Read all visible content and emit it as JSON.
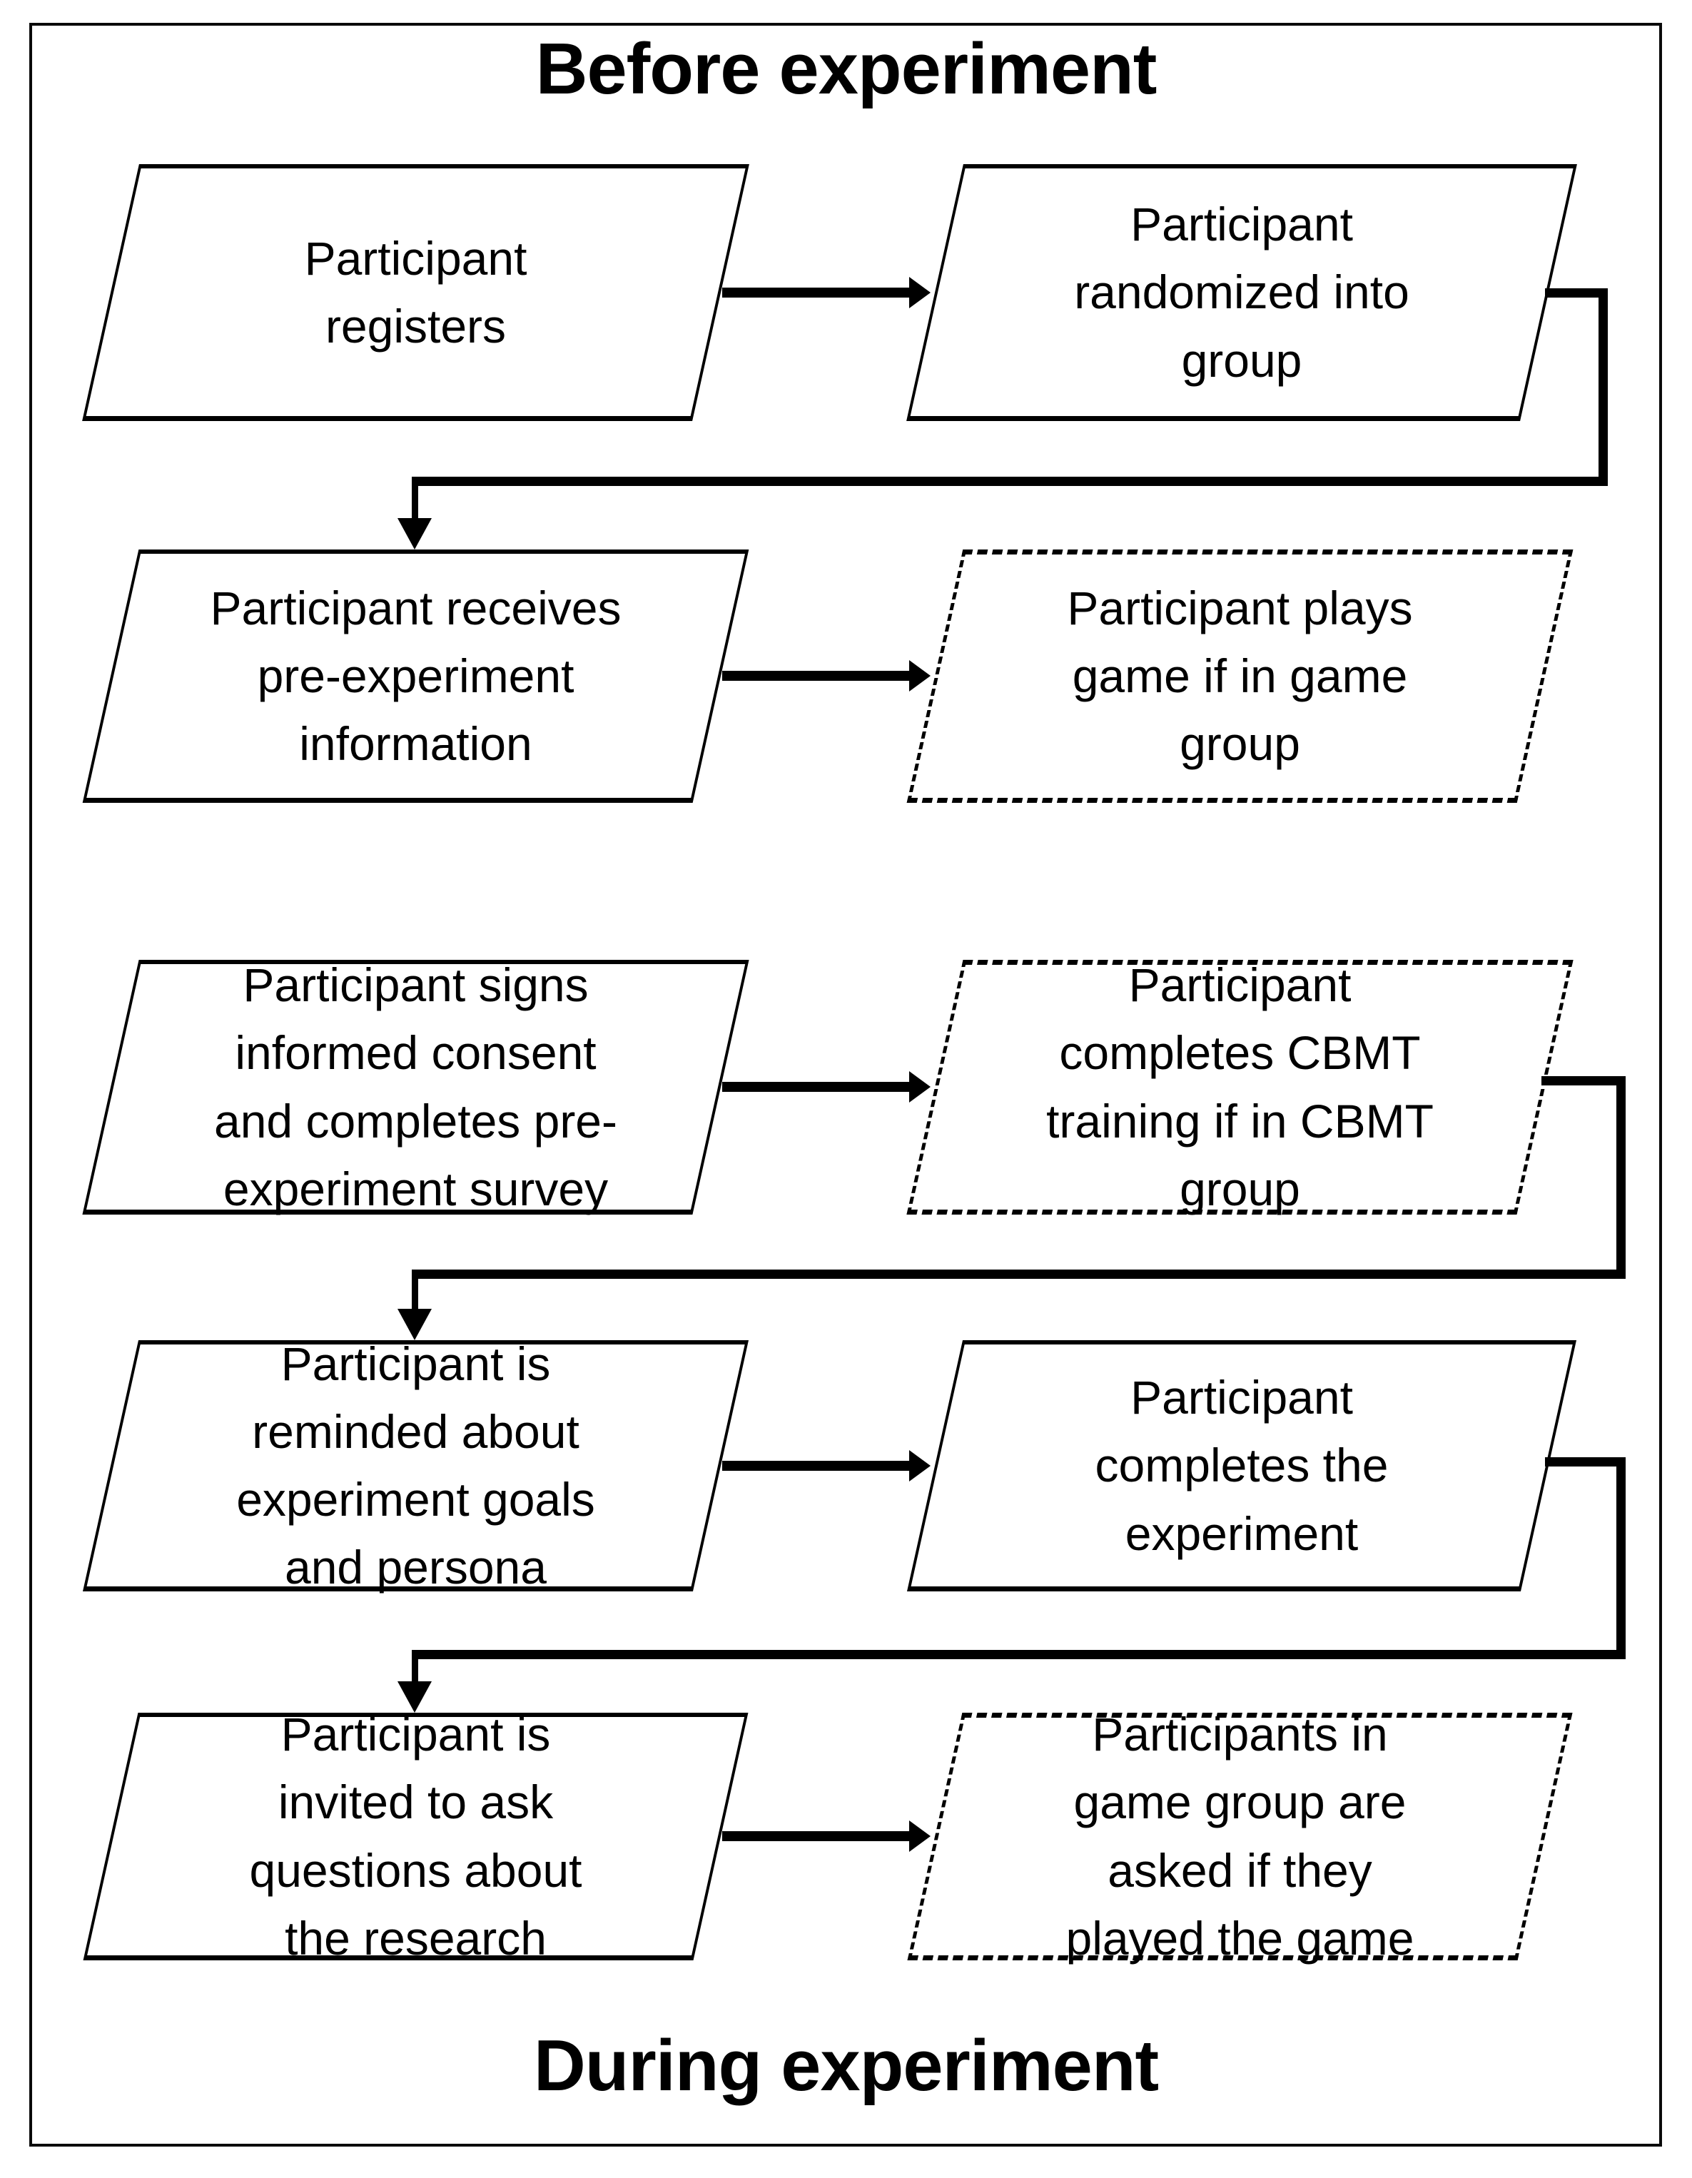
{
  "page": {
    "background": "#ffffff",
    "ink": "#000000"
  },
  "titles": {
    "before": "Before experiment",
    "during": "During experiment"
  },
  "boxes": [
    {
      "id": "registers",
      "style": "solid",
      "text": "Participant\nregisters"
    },
    {
      "id": "randomized",
      "style": "solid",
      "text": "Participant\nrandomized into\ngroup"
    },
    {
      "id": "pre-info",
      "style": "solid",
      "text": "Participant receives\npre-experiment\ninformation"
    },
    {
      "id": "plays-game",
      "style": "dashed",
      "text": "Participant plays\ngame if in game\ngroup"
    },
    {
      "id": "consent",
      "style": "solid",
      "text": "Participant signs\ninformed consent\nand completes pre-\nexperiment survey"
    },
    {
      "id": "cbmt",
      "style": "dashed",
      "text": "Participant\ncompletes CBMT\ntraining if in CBMT\ngroup"
    },
    {
      "id": "reminded",
      "style": "solid",
      "text": "Participant is\nreminded about\nexperiment goals\nand persona"
    },
    {
      "id": "completes",
      "style": "solid",
      "text": "Participant\ncompletes the\nexperiment"
    },
    {
      "id": "questions",
      "style": "solid",
      "text": "Participant is\ninvited to ask\nquestions about\nthe research"
    },
    {
      "id": "asked-game",
      "style": "dashed",
      "text": "Participants in\ngame group are\nasked if they\nplayed the game"
    }
  ]
}
